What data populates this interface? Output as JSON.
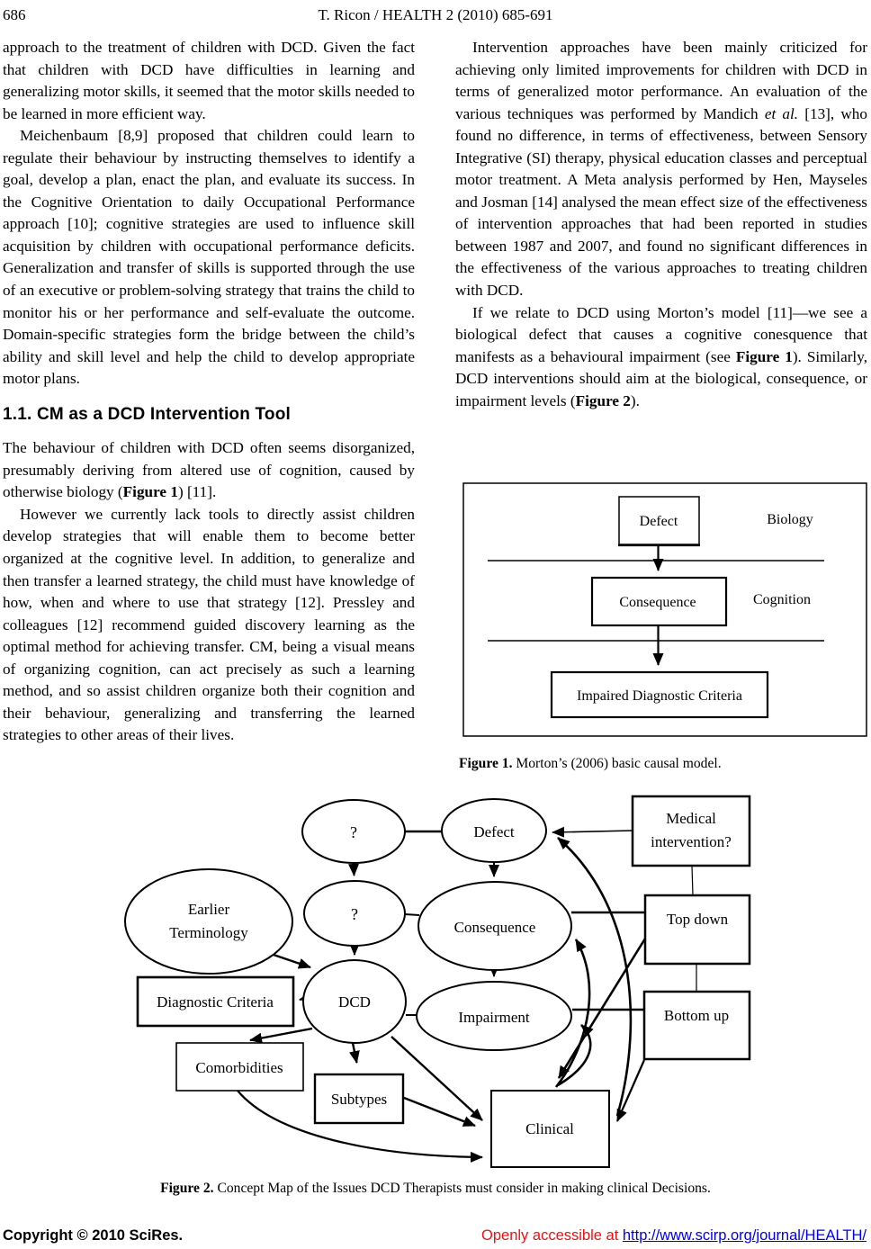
{
  "header": {
    "page_number": "686",
    "running_head": "T. Ricon / HEALTH 2 (2010) 685-691"
  },
  "left_column": {
    "blocks": [
      {
        "type": "p",
        "indent": false,
        "segments": [
          {
            "text": "approach to the treatment of children with DCD. Given the fact that children with DCD have difficulties in learning and generalizing motor skills, it seemed that the motor skills needed to be learned in more efficient way."
          }
        ]
      },
      {
        "type": "p",
        "indent": true,
        "segments": [
          {
            "text": "Meichenbaum [8,9] proposed that children could learn to regulate their behaviour by instructing themselves to identify a goal, develop a plan, enact the plan, and evaluate its success. In the Cognitive Orientation to daily Occupational Performance approach [10]; cognitive strategies are used to influence skill acquisition by children with occupational performance deficits. Generalization and transfer of skills is supported through the use of an executive or problem-solving strategy that trains the child to monitor his or her performance and self-evaluate the outcome. Domain-specific strategies form the bridge between the child’s ability and skill level and help the child to develop appropriate motor plans."
          }
        ]
      },
      {
        "type": "h",
        "text": "1.1. CM as a DCD Intervention Tool"
      },
      {
        "type": "p",
        "indent": false,
        "segments": [
          {
            "text": "The behaviour of children with DCD often seems disorganized, presumably deriving from altered use of cognition, caused by otherwise biology ("
          },
          {
            "text": "Figure 1",
            "bold": true
          },
          {
            "text": ") [11]."
          }
        ]
      },
      {
        "type": "p",
        "indent": true,
        "segments": [
          {
            "text": "However we currently lack tools to directly assist children develop strategies that will enable them to become better organized at the cognitive level. In addition, to generalize and then transfer a learned strategy, the child must have knowledge of how, when and where to use that strategy [12]. Pressley and colleagues [12] recommend guided discovery learning as the optimal method for achieving transfer. CM, being a visual means of organizing cognition, can act precisely as such a learning method, and so assist children organize both their cognition and their behaviour, generalizing and transferring the learned strategies to other areas of their lives."
          }
        ]
      }
    ]
  },
  "right_column": {
    "blocks": [
      {
        "type": "p",
        "indent": true,
        "segments": [
          {
            "text": "Intervention approaches have been mainly criticized for achieving only limited improvements for children with DCD in terms of generalized motor performance. An evaluation of the various techniques was performed by Mandich "
          },
          {
            "text": "et al.",
            "italic": true
          },
          {
            "text": " [13], who found no difference, in terms of effectiveness, between Sensory Integrative (SI) therapy, physical education classes and perceptual motor treatment. A Meta analysis performed by Hen, Mayseles and Josman [14] analysed the mean effect size of the effectiveness of intervention approaches that had been reported in studies between 1987 and 2007, and found no significant differences in the effectiveness of the various approaches to treating children with DCD."
          }
        ]
      },
      {
        "type": "p",
        "indent": true,
        "segments": [
          {
            "text": "If we relate to DCD using Morton’s model [11]—we see a biological defect that causes a cognitive conesquence that manifests as a behavioural impairment (see "
          },
          {
            "text": "Figure 1",
            "bold": true
          },
          {
            "text": "). Similarly, DCD interventions should aim at the biological, consequence, or impairment levels ("
          },
          {
            "text": "Figure 2",
            "bold": true
          },
          {
            "text": ")."
          }
        ]
      }
    ]
  },
  "figure1": {
    "defect": "Defect",
    "biology": "Biology",
    "consequence": "Consequence",
    "cognition": "Cognition",
    "impaired": "Impaired Diagnostic Criteria",
    "caption_label": "Figure 1.",
    "caption_text": " Morton’s (2006) basic causal model."
  },
  "figure2": {
    "nodes": {
      "q1": "?",
      "defect": "Defect",
      "medical_line1": "Medical",
      "medical_line2": "intervention?",
      "earlier_line1": "Earlier",
      "earlier_line2": "Terminology",
      "q2": "?",
      "consequence": "Consequence",
      "top_down": "Top down",
      "diagnostic_criteria": "Diagnostic Criteria",
      "dcd": "DCD",
      "impairment": "Impairment",
      "bottom_up": "Bottom up",
      "comorbidities": "Comorbidities",
      "subtypes": "Subtypes",
      "clinical": "Clinical"
    },
    "caption_label": "Figure 2.",
    "caption_text": " Concept Map of the Issues DCD Therapists must consider in making clinical Decisions."
  },
  "footer": {
    "copyright": "Copyright © 2010 SciRes.",
    "access_prefix": "Openly accessible at ",
    "access_url": "http://www.scirp.org/journal/HEALTH/"
  }
}
